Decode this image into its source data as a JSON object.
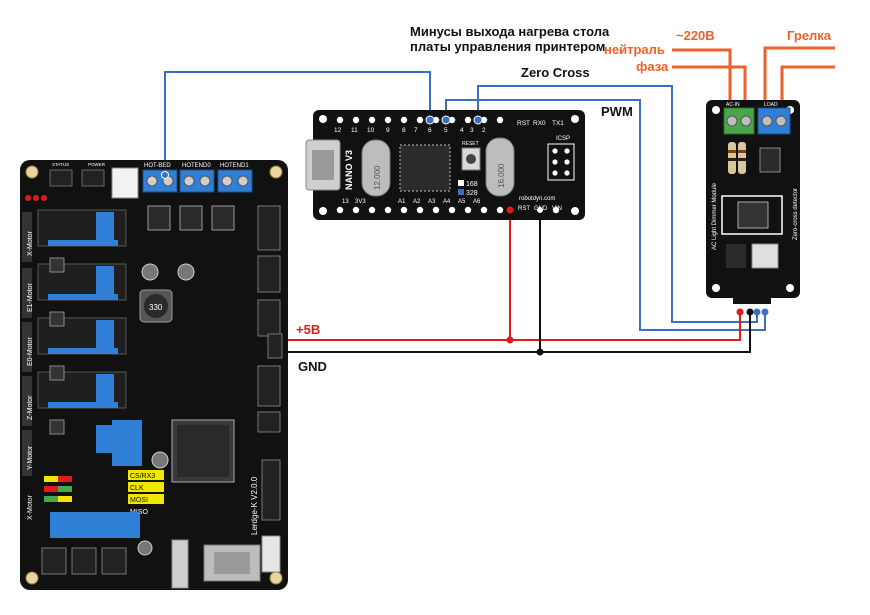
{
  "labels": {
    "heater_minus_line1": "Минусы выхода нагрева стола",
    "heater_minus_line2": "платы управления принтером",
    "zero_cross": "Zero Cross",
    "pwm": "PWM",
    "v220": "~220В",
    "neutral": "нейтраль",
    "phase": "фаза",
    "heater": "Грелка",
    "plus5v": "+5В",
    "gnd": "GND"
  },
  "nano": {
    "model": "NANO V3",
    "brand": "robotdyn.com",
    "crystal1": "12.000",
    "crystal2": "16.000",
    "chip_168": "168",
    "chip_328": "328",
    "reset": "RESET",
    "icsp": "ICSP",
    "top_pins": [
      "12",
      "11",
      "10",
      "9",
      "8",
      "7",
      "6",
      "5",
      "4",
      "3",
      "2",
      "RST",
      "RX0",
      "TX1"
    ],
    "bottom_pins": [
      "13",
      "3V3",
      "",
      "A1",
      "A2",
      "A3",
      "A4",
      "A5",
      "A6",
      "RST",
      "GND",
      "VIN"
    ]
  },
  "dimmer": {
    "title": "AC Light Dimmer Module",
    "subtitle": "Zero-cross detector",
    "terminals": [
      "LOAD",
      "AC-IN"
    ]
  },
  "board": {
    "name": "Lerdge-K V2.0.0",
    "hotend_labels": [
      "HOT-BED",
      "HOTEND0",
      "HOTEND1"
    ],
    "motor_labels": [
      "X-Motor",
      "E1-Motor",
      "E0-Motor",
      "Z-Motor",
      "Y-Motor",
      "X-Motor"
    ],
    "inductor": "330",
    "side_labels": [
      "CS/RX3",
      "CLK",
      "MOSI",
      "MISO"
    ],
    "header_labels": [
      "STATUS",
      "POWER"
    ]
  },
  "colors": {
    "wire_blue": "#3b6fc2",
    "wire_red": "#e01b1b",
    "wire_black": "#111111",
    "wire_orange": "#f0602a",
    "board": "#111111",
    "terminal_blue": "#2f7fd6",
    "terminal_green": "#4aa64a",
    "label_orange": "#f0602a",
    "label_red": "#e01b1b"
  }
}
